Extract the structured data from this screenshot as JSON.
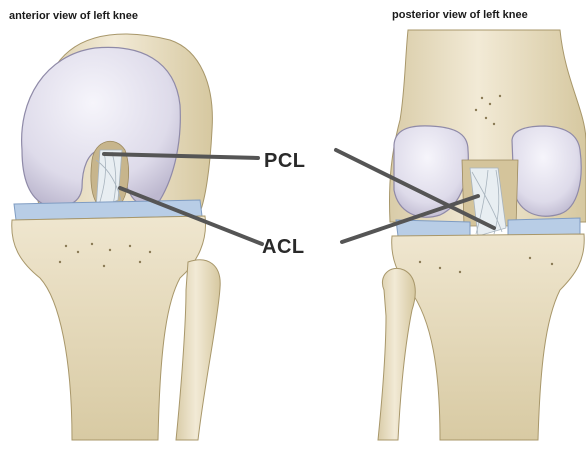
{
  "panels": {
    "left": {
      "caption": "anterior view of left knee"
    },
    "right": {
      "caption": "posterior view of left knee"
    }
  },
  "labels": {
    "pcl": "PCL",
    "acl": "ACL"
  },
  "colors": {
    "bone": "#ece3cc",
    "bone_shadow": "#cdbf99",
    "cartilage": "#e3e1ee",
    "meniscus": "#b8cde6",
    "ligament": "#e8eef2",
    "leader_line": "#555555"
  }
}
